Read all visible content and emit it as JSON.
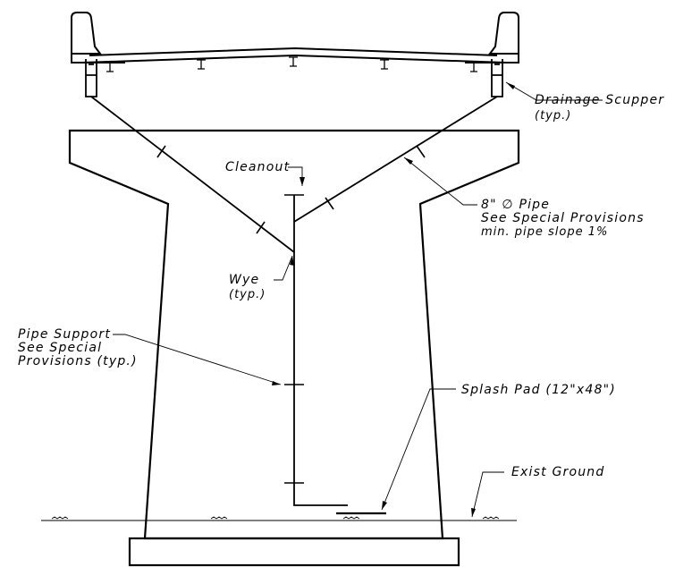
{
  "labels": {
    "drainage_scupper": "Drainage Scupper",
    "drainage_scupper_typ": "(typ.)",
    "cleanout": "Cleanout",
    "pipe_line1": "8\" ∅ Pipe",
    "pipe_line2": "See Special Provisions",
    "pipe_line3": "min. pipe slope 1%",
    "wye": "Wye",
    "wye_typ": "(typ.)",
    "pipe_support_line1": "Pipe Support",
    "pipe_support_line2": "See Special",
    "pipe_support_line3": "Provisions (typ.)",
    "splash_pad": "Splash Pad (12\"x48\")",
    "exist_ground": "Exist Ground"
  },
  "colors": {
    "line": "#000000",
    "background": "#ffffff"
  }
}
